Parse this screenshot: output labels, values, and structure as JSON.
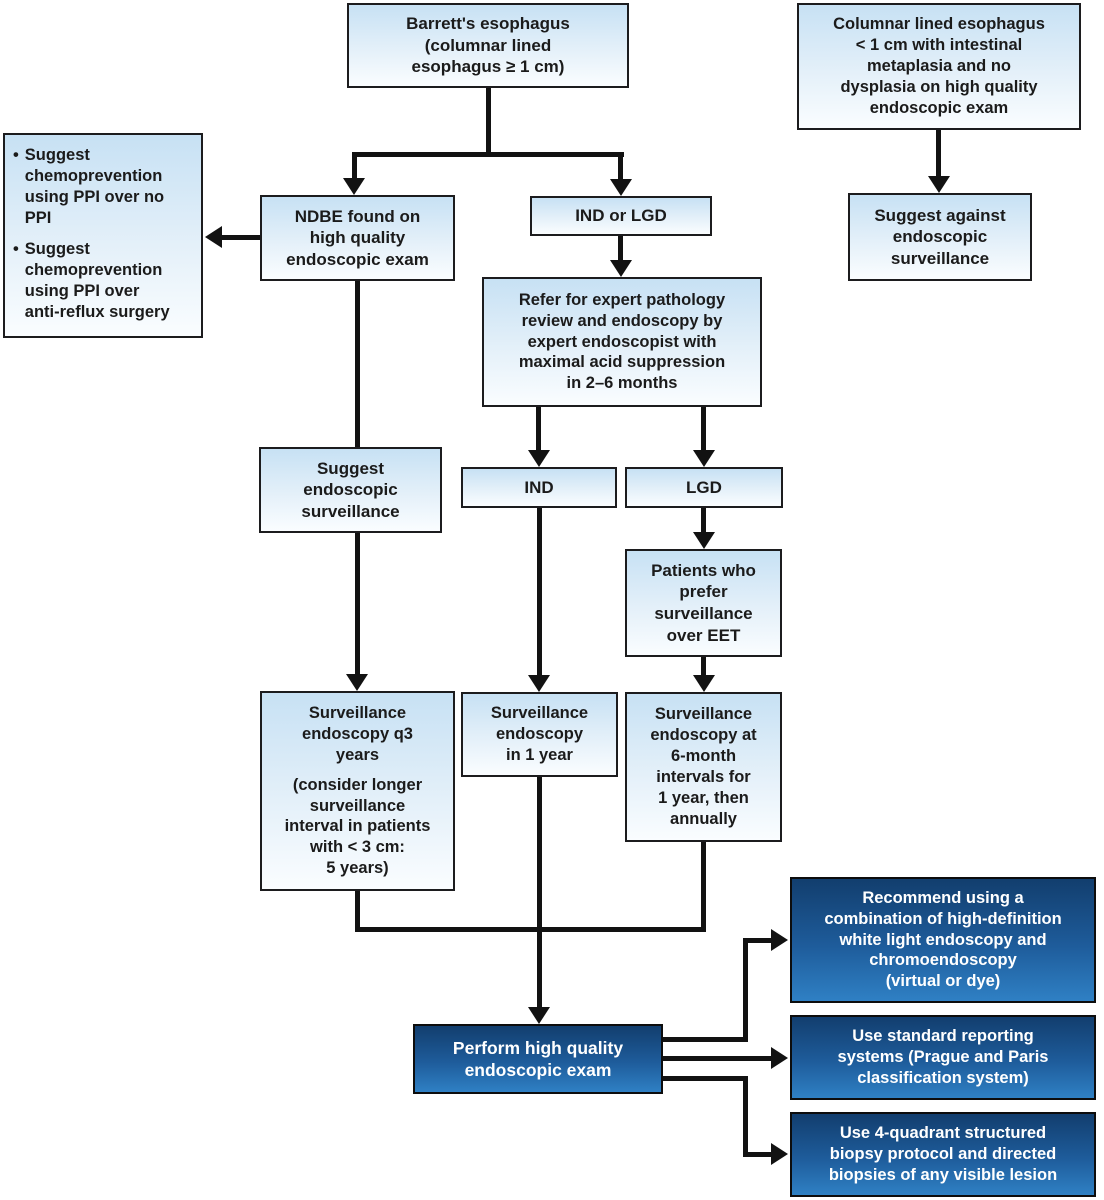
{
  "diagram": {
    "colors": {
      "light_box_top": "#c7e1f4",
      "light_box_bottom": "#fafdff",
      "dark_box_top": "#123e6e",
      "dark_box_bottom": "#2f80c4",
      "border": "#1c1c1e",
      "connector": "#121212",
      "text_dark": "#1b1b1b",
      "text_light": "#ffffff"
    },
    "nodes": {
      "barretts": "Barrett's esophagus\n(columnar lined\nesophagus ≥ 1 cm)",
      "columnar": "Columnar lined esophagus\n< 1 cm with intestinal\nmetaplasia and no\ndysplasia on high quality\nendoscopic exam",
      "chemo": {
        "bullet": "•",
        "items": [
          "Suggest\nchemoprevention\nusing PPI over no\nPPI",
          "Suggest\nchemoprevention\nusing PPI over\nanti-reflux surgery"
        ]
      },
      "ndbe": "NDBE found on\nhigh quality\nendoscopic exam",
      "ind_or_lgd": "IND or LGD",
      "suggest_against": "Suggest against\nendoscopic\nsurveillance",
      "refer": "Refer for expert pathology\nreview and endoscopy by\nexpert endoscopist with\nmaximal acid suppression\nin 2–6 months",
      "suggest_surveillance": "Suggest\nendoscopic\nsurveillance",
      "ind": "IND",
      "lgd": "LGD",
      "patients_prefer": "Patients who\nprefer\nsurveillance\nover EET",
      "surveillance_q3": {
        "line1": "Surveillance\nendoscopy q3\nyears",
        "line2": "(consider longer\nsurveillance\ninterval in patients\nwith < 3 cm:\n5 years)"
      },
      "surveillance_1yr": "Surveillance\nendoscopy\nin 1 year",
      "surveillance_6mo": "Surveillance\nendoscopy at\n6-month\nintervals for\n1 year, then\nannually",
      "perform": "Perform high quality\nendoscopic exam",
      "rec_chromo": "Recommend using a\ncombination of high-definition\nwhite light endoscopy and\nchromoendoscopy\n(virtual or dye)",
      "rec_reporting": "Use standard reporting\nsystems (Prague and Paris\nclassification system)",
      "rec_biopsy": "Use 4-quadrant structured\nbiopsy protocol and directed\nbiopsies of any visible lesion"
    }
  }
}
